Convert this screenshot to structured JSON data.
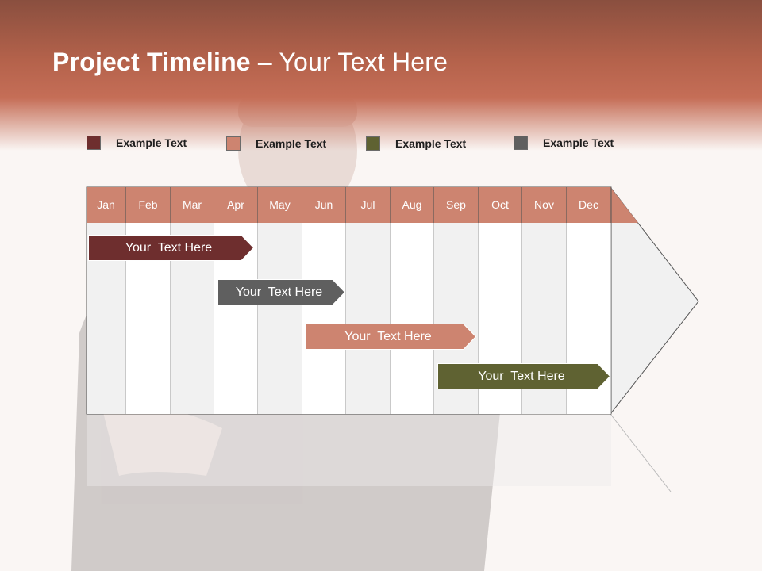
{
  "slide": {
    "title_bold": "Project Timeline",
    "title_rest": " – Your Text Here"
  },
  "legend": [
    {
      "label": "Example Text",
      "color": "#6e2e2e"
    },
    {
      "label": "Example Text",
      "color": "#cd8470"
    },
    {
      "label": "Example Text",
      "color": "#5f6232"
    },
    {
      "label": "Example Text",
      "color": "#5f5f5f"
    }
  ],
  "timeline": {
    "months": [
      "Jan",
      "Feb",
      "Mar",
      "Apr",
      "May",
      "Jun",
      "Jul",
      "Aug",
      "Sep",
      "Oct",
      "Nov",
      "Dec"
    ],
    "header_color": "#cd8470",
    "tasks": [
      {
        "label": "Your  Text Here",
        "color": "#6e2e2e",
        "start_month": "Jan",
        "end_month": "Apr"
      },
      {
        "label": "Your  Text Here",
        "color": "#5f5f5f",
        "start_month": "Apr",
        "end_month": "Jun"
      },
      {
        "label": "Your  Text Here",
        "color": "#cd8470",
        "start_month": "Jun",
        "end_month": "Sep"
      },
      {
        "label": "Your  Text Here",
        "color": "#5f6232",
        "start_month": "Sep",
        "end_month": "Dec"
      }
    ]
  }
}
